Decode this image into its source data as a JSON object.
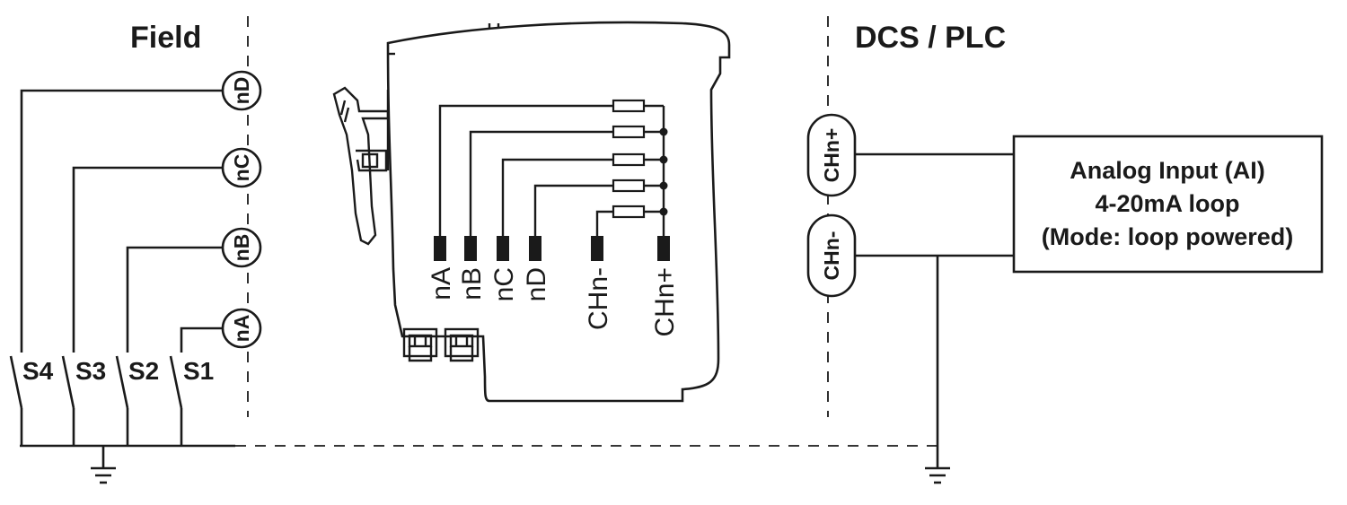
{
  "sections": {
    "field_label": "Field",
    "dcs_label": "DCS / PLC"
  },
  "field_terminals": [
    "nD",
    "nC",
    "nB",
    "nA"
  ],
  "switches": [
    "S4",
    "S3",
    "S2",
    "S1"
  ],
  "module_pins": [
    "nA",
    "nB",
    "nC",
    "nD",
    "CHn-",
    "CHn+"
  ],
  "dcs_terminals": [
    "CHn+",
    "CHn-"
  ],
  "analog_input": {
    "line1": "Analog Input (AI)",
    "line2": "4-20mA loop",
    "line3": "(Mode: loop powered)"
  }
}
